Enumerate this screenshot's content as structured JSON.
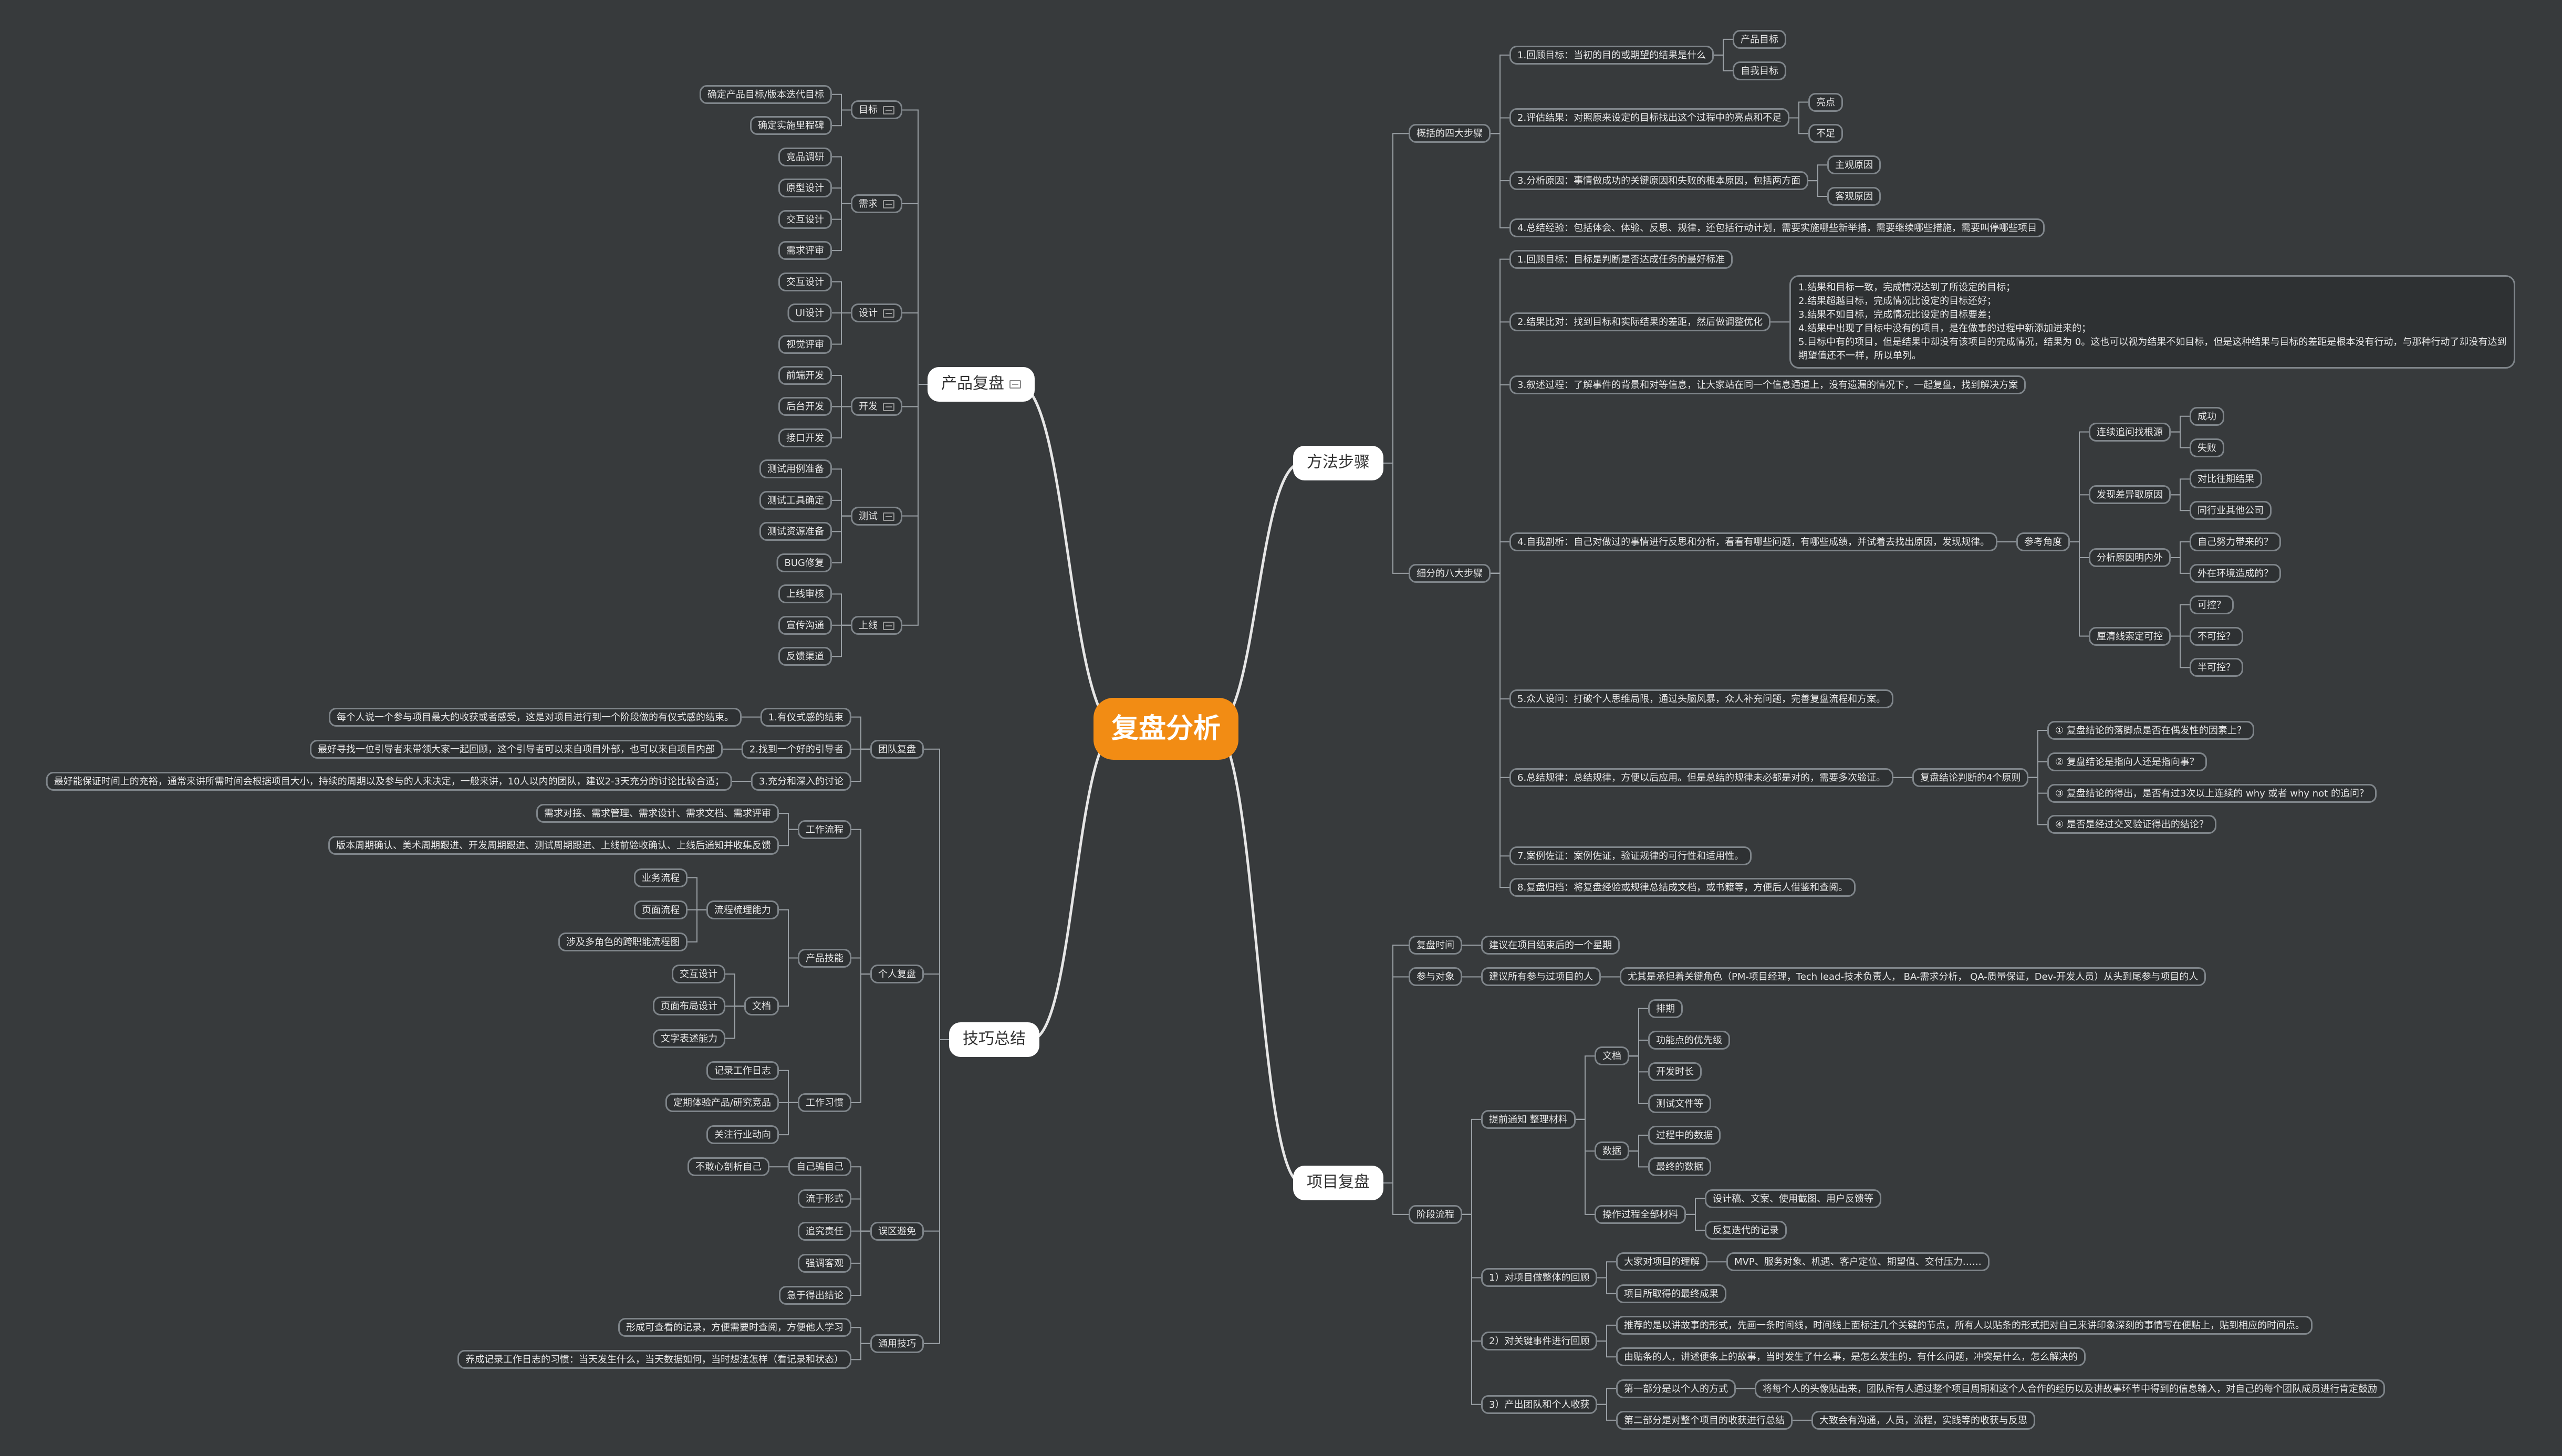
{
  "title": "复盘分析",
  "branches": [
    {
      "id": "fangfa",
      "label": "方法步骤",
      "side": "right",
      "children": [
        {
          "label": "概括的四大步骤",
          "children": [
            {
              "label": "1.回顾目标：当初的目的或期望的结果是什么",
              "children": [
                {
                  "label": "产品目标"
                },
                {
                  "label": "自我目标"
                }
              ]
            },
            {
              "label": "2.评估结果：对照原来设定的目标找出这个过程中的亮点和不足",
              "children": [
                {
                  "label": "亮点"
                },
                {
                  "label": "不足"
                }
              ]
            },
            {
              "label": "3.分析原因：事情做成功的关键原因和失败的根本原因，包括两方面",
              "children": [
                {
                  "label": "主观原因"
                },
                {
                  "label": "客观原因"
                }
              ]
            },
            {
              "label": "4.总结经验：包括体会、体验、反思、规律，还包括行动计划，需要实施哪些新举措，需要继续哪些措施，需要叫停哪些项目"
            }
          ]
        },
        {
          "label": "细分的八大步骤",
          "children": [
            {
              "label": "1.回顾目标：目标是判断是否达成任务的最好标准"
            },
            {
              "label": "2.结果比对：找到目标和实际结果的差距，然后做调整优化",
              "children": [
                {
                  "label": "1.结果和目标一致，完成情况达到了所设定的目标；\n2.结果超越目标，完成情况比设定的目标还好；\n3.结果不如目标，完成情况比设定的目标要差；\n4.结果中出现了目标中没有的项目，是在做事的过程中新添加进来的；\n5.目标中有的项目，但是结果中却没有该项目的完成情况，结果为 0。这也可以视为结果不如目标，但是这种结果与目标的差距是根本没有行动，与那种行动了却没有达到\n期望值还不一样，所以单列。",
                  "multiline": true
                }
              ]
            },
            {
              "label": "3.叙述过程：了解事件的背景和对等信息，让大家站在同一个信息通道上，没有遗漏的情况下，一起复盘，找到解决方案"
            },
            {
              "label": "4.自我剖析：自己对做过的事情进行反思和分析，看看有哪些问题，有哪些成绩，并试着去找出原因，发现规律。",
              "children": [
                {
                  "label": "参考角度",
                  "children": [
                    {
                      "label": "连续追问找根源",
                      "children": [
                        {
                          "label": "成功"
                        },
                        {
                          "label": "失败"
                        }
                      ]
                    },
                    {
                      "label": "发现差异取原因",
                      "children": [
                        {
                          "label": "对比往期结果"
                        },
                        {
                          "label": "同行业其他公司"
                        }
                      ]
                    },
                    {
                      "label": "分析原因明内外",
                      "children": [
                        {
                          "label": "自己努力带来的？"
                        },
                        {
                          "label": "外在环境造成的？"
                        }
                      ]
                    },
                    {
                      "label": "厘清线索定可控",
                      "children": [
                        {
                          "label": "可控？"
                        },
                        {
                          "label": "不可控？"
                        },
                        {
                          "label": "半可控？"
                        }
                      ]
                    }
                  ]
                }
              ]
            },
            {
              "label": "5.众人设问：打破个人思维局限，通过头脑风暴，众人补充问题，完善复盘流程和方案。"
            },
            {
              "label": "6.总结规律：总结规律，方便以后应用。但是总结的规律未必都是对的，需要多次验证。",
              "children": [
                {
                  "label": "复盘结论判断的4个原则",
                  "children": [
                    {
                      "label": "① 复盘结论的落脚点是否在偶发性的因素上？"
                    },
                    {
                      "label": "② 复盘结论是指向人还是指向事？"
                    },
                    {
                      "label": "③ 复盘结论的得出，是否有过3次以上连续的 why 或者 why not 的追问？"
                    },
                    {
                      "label": "④ 是否是经过交叉验证得出的结论？"
                    }
                  ]
                }
              ]
            },
            {
              "label": "7.案例佐证：案例佐证，验证规律的可行性和适用性。"
            },
            {
              "label": "8.复盘归档：将复盘经验或规律总结成文档，或书籍等，方便后人借鉴和查阅。"
            }
          ]
        }
      ]
    },
    {
      "id": "xiangmu",
      "label": "项目复盘",
      "side": "right",
      "children": [
        {
          "label": "复盘时间",
          "children": [
            {
              "label": "建议在项目结束后的一个星期"
            }
          ]
        },
        {
          "label": "参与对象",
          "children": [
            {
              "label": "建议所有参与过项目的人",
              "children": [
                {
                  "label": "尤其是承担着关键角色（PM-项目经理，Tech lead-技术负责人， BA-需求分析， QA-质量保证，Dev-开发人员）从头到尾参与项目的人"
                }
              ]
            }
          ]
        },
        {
          "label": "阶段流程",
          "children": [
            {
              "label": "提前通知 整理材料",
              "children": [
                {
                  "label": "文档",
                  "children": [
                    {
                      "label": "排期"
                    },
                    {
                      "label": "功能点的优先级"
                    },
                    {
                      "label": "开发时长"
                    },
                    {
                      "label": "测试文件等"
                    }
                  ]
                },
                {
                  "label": "数据",
                  "children": [
                    {
                      "label": "过程中的数据"
                    },
                    {
                      "label": "最终的数据"
                    }
                  ]
                },
                {
                  "label": "操作过程全部材料",
                  "children": [
                    {
                      "label": "设计稿、文案、使用截图、用户反馈等"
                    },
                    {
                      "label": "反复迭代的记录"
                    }
                  ]
                }
              ]
            },
            {
              "label": "1）对项目做整体的回顾",
              "children": [
                {
                  "label": "大家对项目的理解",
                  "children": [
                    {
                      "label": "MVP、服务对象、机遇、客户定位、期望值、交付压力……"
                    }
                  ]
                },
                {
                  "label": "项目所取得的最终成果"
                }
              ]
            },
            {
              "label": "2）对关键事件进行回顾",
              "children": [
                {
                  "label": "推荐的是以讲故事的形式，先画一条时间线，时间线上面标注几个关键的节点，所有人以贴条的形式把对自己来讲印象深刻的事情写在便贴上，贴到相应的时间点。"
                },
                {
                  "label": "由贴条的人，讲述便条上的故事，当时发生了什么事，是怎么发生的，有什么问题，冲突是什么，怎么解决的"
                }
              ]
            },
            {
              "label": "3）产出团队和个人收获",
              "children": [
                {
                  "label": "第一部分是以个人的方式",
                  "children": [
                    {
                      "label": "将每个人的头像贴出来，团队所有人通过整个项目周期和这个人合作的经历以及讲故事环节中得到的信息输入，对自己的每个团队成员进行肯定鼓励"
                    }
                  ]
                },
                {
                  "label": "第二部分是对整个项目的收获进行总结",
                  "children": [
                    {
                      "label": "大致会有沟通，人员，流程，实践等的收获与反思"
                    }
                  ]
                }
              ]
            }
          ]
        }
      ]
    },
    {
      "id": "chanpin",
      "label": "产品复盘",
      "side": "left",
      "icon": "note-icon",
      "children": [
        {
          "label": "目标",
          "icon": "note-icon",
          "children": [
            {
              "label": "确定产品目标/版本迭代目标"
            },
            {
              "label": "确定实施里程碑"
            }
          ]
        },
        {
          "label": "需求",
          "icon": "note-icon",
          "children": [
            {
              "label": "竞品调研"
            },
            {
              "label": "原型设计"
            },
            {
              "label": "交互设计"
            },
            {
              "label": "需求评审"
            }
          ]
        },
        {
          "label": "设计",
          "icon": "note-icon",
          "children": [
            {
              "label": "交互设计"
            },
            {
              "label": "UI设计"
            },
            {
              "label": "视觉评审"
            }
          ]
        },
        {
          "label": "开发",
          "icon": "note-icon",
          "children": [
            {
              "label": "前端开发"
            },
            {
              "label": "后台开发"
            },
            {
              "label": "接口开发"
            }
          ]
        },
        {
          "label": "测试",
          "icon": "note-icon",
          "children": [
            {
              "label": "测试用例准备"
            },
            {
              "label": "测试工具确定"
            },
            {
              "label": "测试资源准备"
            },
            {
              "label": "BUG修复"
            }
          ]
        },
        {
          "label": "上线",
          "icon": "note-icon",
          "children": [
            {
              "label": "上线审核"
            },
            {
              "label": "宣传沟通"
            },
            {
              "label": "反馈渠道"
            }
          ]
        }
      ]
    },
    {
      "id": "jiqiao",
      "label": "技巧总结",
      "side": "left",
      "children": [
        {
          "label": "团队复盘",
          "children": [
            {
              "label": "1.有仪式感的结束",
              "children": [
                {
                  "label": "每个人说一个参与项目最大的收获或者感受，这是对项目进行到一个阶段做的有仪式感的结束。"
                }
              ]
            },
            {
              "label": "2.找到一个好的引导者",
              "children": [
                {
                  "label": "最好寻找一位引导者来带领大家一起回顾，这个引导者可以来自项目外部，也可以来自项目内部"
                }
              ]
            },
            {
              "label": "3.充分和深入的讨论",
              "children": [
                {
                  "label": "最好能保证时间上的充裕，通常来讲所需时间会根据项目大小，持续的周期以及参与的人来决定，一般来讲，10人以内的团队，建议2-3天充分的讨论比较合适；"
                }
              ]
            }
          ]
        },
        {
          "label": "个人复盘",
          "children": [
            {
              "label": "工作流程",
              "children": [
                {
                  "label": "需求对接、需求管理、需求设计、需求文档、需求评审"
                },
                {
                  "label": "版本周期确认、美术周期跟进、开发周期跟进、测试周期跟进、上线前验收确认、上线后通知并收集反馈"
                }
              ]
            },
            {
              "label": "产品技能",
              "children": [
                {
                  "label": "流程梳理能力",
                  "children": [
                    {
                      "label": "业务流程"
                    },
                    {
                      "label": "页面流程"
                    },
                    {
                      "label": "涉及多角色的跨职能流程图"
                    }
                  ]
                },
                {
                  "label": "文档",
                  "children": [
                    {
                      "label": "交互设计"
                    },
                    {
                      "label": "页面布局设计"
                    },
                    {
                      "label": "文字表述能力"
                    }
                  ]
                }
              ]
            },
            {
              "label": "工作习惯",
              "children": [
                {
                  "label": "记录工作日志"
                },
                {
                  "label": "定期体验产品/研究竞品"
                },
                {
                  "label": "关注行业动向"
                }
              ]
            }
          ]
        },
        {
          "label": "误区避免",
          "children": [
            {
              "label": "自己骗自己",
              "children": [
                {
                  "label": "不敢心剖析自己"
                }
              ]
            },
            {
              "label": "流于形式"
            },
            {
              "label": "追究责任"
            },
            {
              "label": "强调客观"
            },
            {
              "label": "急于得出结论"
            }
          ]
        },
        {
          "label": "通用技巧",
          "children": [
            {
              "label": "形成可查看的记录，方便需要时查阅，方便他人学习"
            },
            {
              "label": "养成记录工作日志的习惯：当天发生什么，当天数据如何，当时想法怎样（看记录和状态）"
            }
          ]
        }
      ]
    }
  ]
}
